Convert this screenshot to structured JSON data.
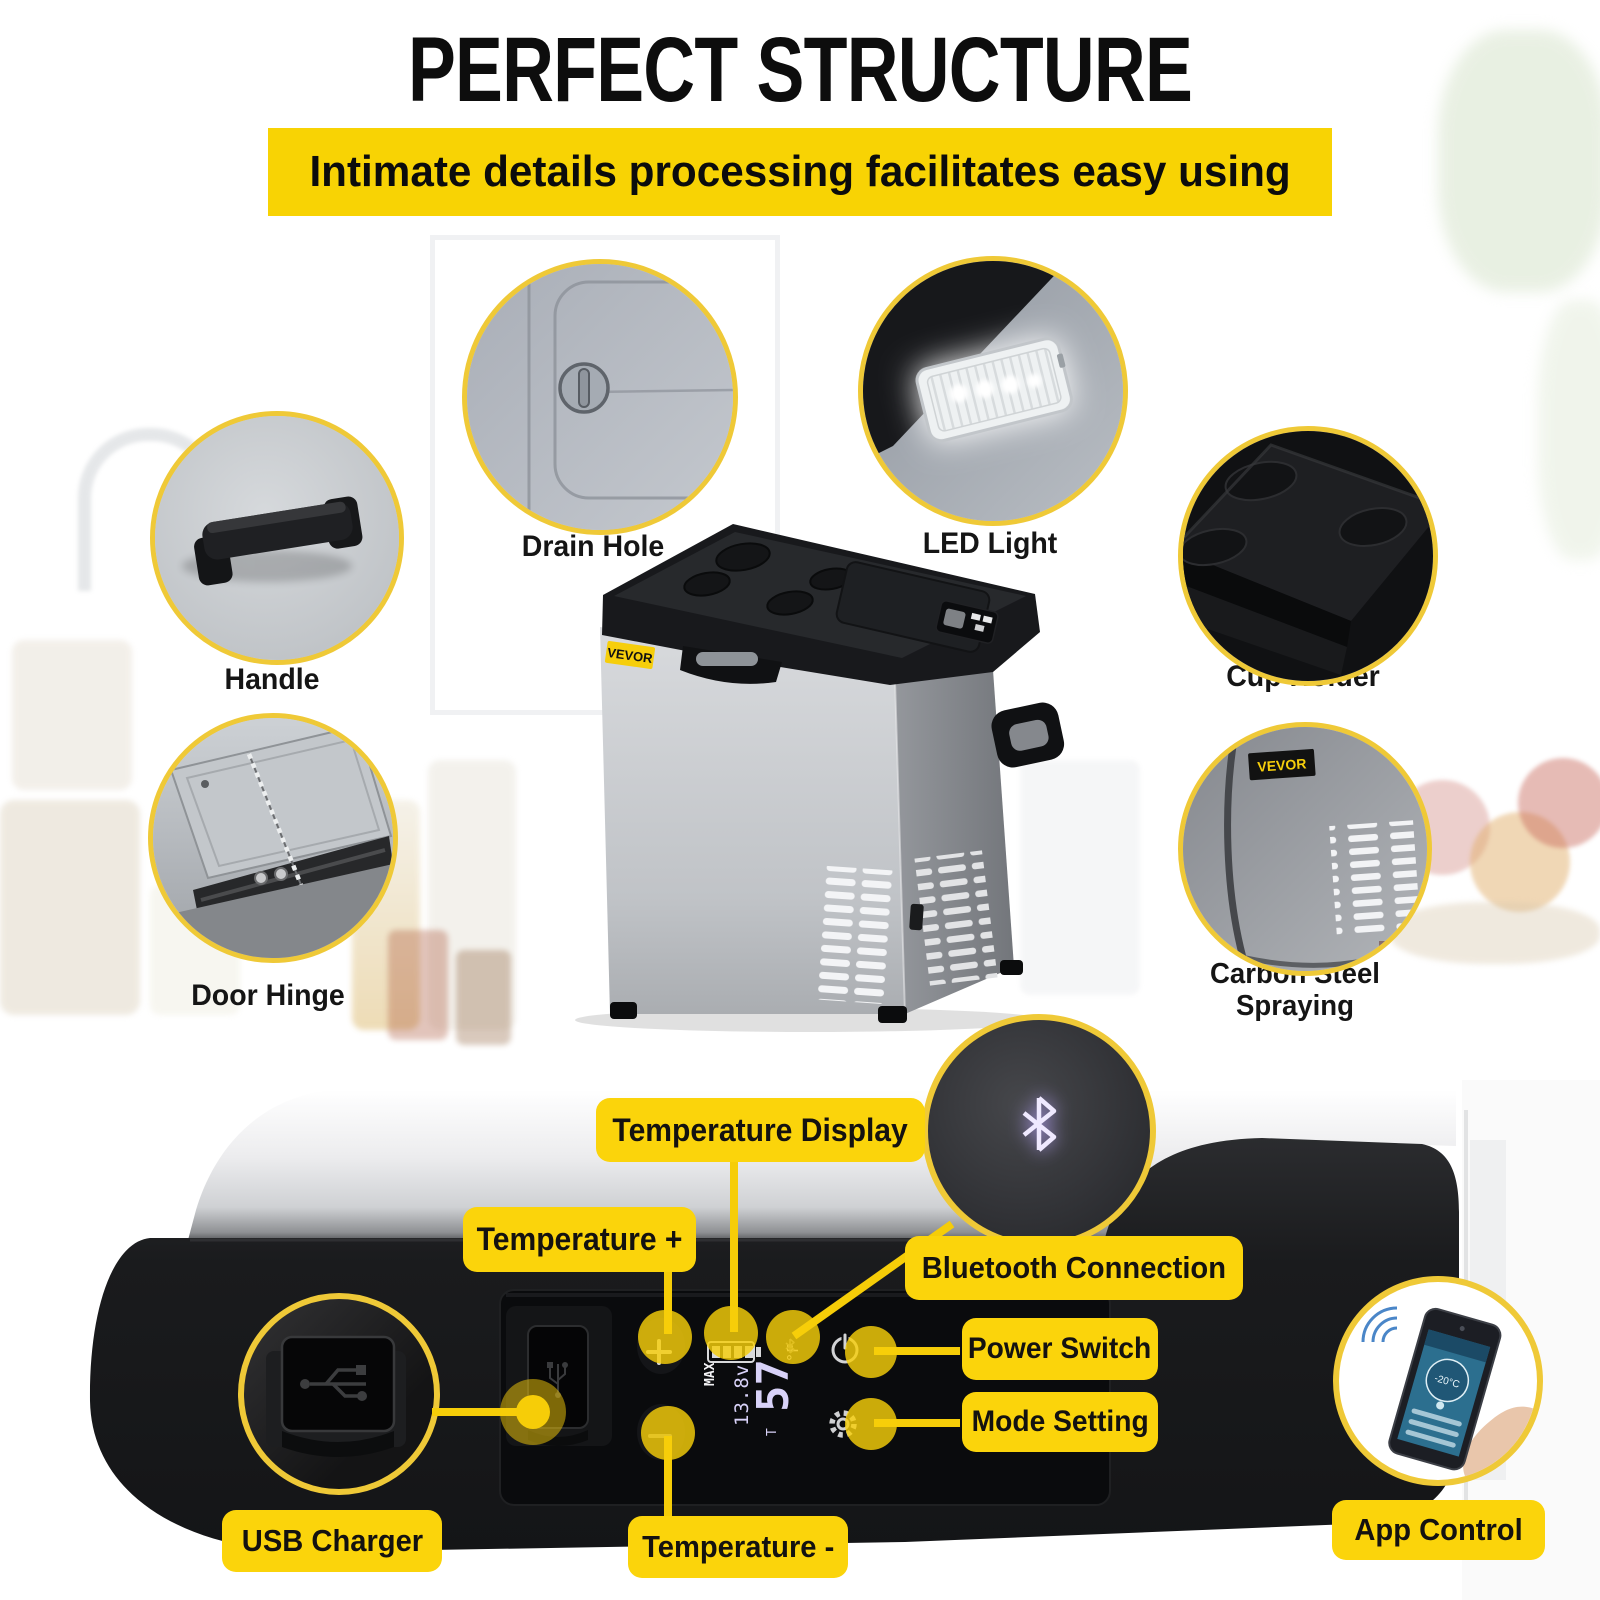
{
  "header": {
    "title": "PERFECT STRUCTURE",
    "banner": "Intimate details processing facilitates easy using"
  },
  "brand": "VEVOR",
  "features": {
    "drain_hole": {
      "label": "Drain Hole"
    },
    "led_light": {
      "label": "LED Light"
    },
    "handle": {
      "label": "Handle"
    },
    "cup_holder": {
      "label": "Cup Holder"
    },
    "door_hinge": {
      "label": "Door Hinge"
    },
    "carbon_steel": {
      "label_line1": "Carbon Steel",
      "label_line2": "Spraying"
    }
  },
  "callouts": {
    "temperature_display": {
      "label": "Temperature Display"
    },
    "temperature_plus": {
      "label": "Temperature +"
    },
    "bluetooth_connection": {
      "label": "Bluetooth Connection"
    },
    "power_switch": {
      "label": "Power Switch"
    },
    "mode_setting": {
      "label": "Mode Setting"
    },
    "usb_charger": {
      "label": "USB Charger"
    },
    "temperature_minus": {
      "label": "Temperature -"
    },
    "app_control": {
      "label": "App Control"
    }
  },
  "control_panel": {
    "voltage_display": "13.8v",
    "temperature_display": "57",
    "temperature_unit": "°F",
    "max_label": "MAX",
    "t_label": "T"
  },
  "app_screen": {
    "temperature": "-20°C"
  },
  "colors": {
    "accent_yellow": "#F6CD08",
    "banner_yellow": "#F8D304",
    "label_yellow": "#FBD40B",
    "circle_border_yellow": "#EFC937",
    "title_black": "#0D0D0D"
  }
}
